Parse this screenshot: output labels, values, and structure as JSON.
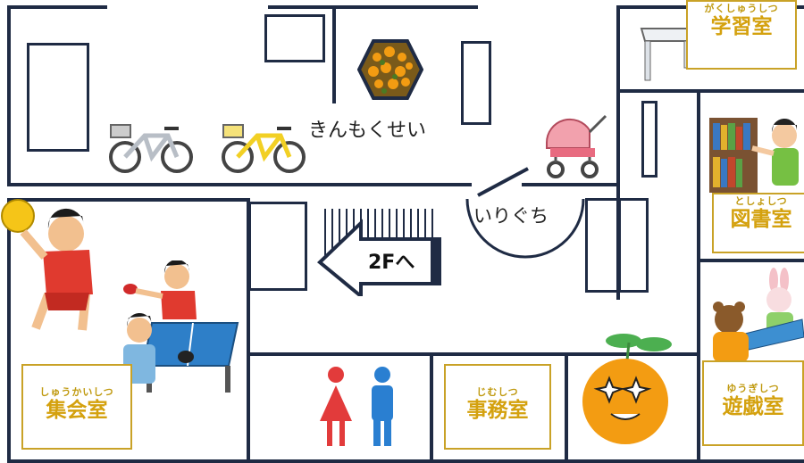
{
  "rooms": {
    "study": {
      "ruby": "がくしゅうしつ",
      "name": "学習室"
    },
    "library": {
      "ruby": "としょしつ",
      "name": "図書室"
    },
    "assembly": {
      "ruby": "しゅうかいしつ",
      "name": "集会室"
    },
    "office": {
      "ruby": "じむしつ",
      "name": "事務室"
    },
    "playroom": {
      "ruby": "ゆうぎしつ",
      "name": "遊戯室"
    }
  },
  "labels": {
    "tree": "きんもくせい",
    "entrance": "いりぐち",
    "stairs": "2Fへ"
  },
  "colors": {
    "wall": "#1f2b44",
    "label_border": "#c9a227",
    "label_text": "#d4a10e",
    "stairs_fill": "#ffffff"
  },
  "icons": [
    "osmanthus-tree-icon",
    "bicycle-icon",
    "stroller-icon",
    "desk-icon",
    "reading-kid-icon",
    "handball-player-icon",
    "table-tennis-icon",
    "restroom-icon",
    "orange-mascot-icon",
    "animals-playing-icon"
  ]
}
